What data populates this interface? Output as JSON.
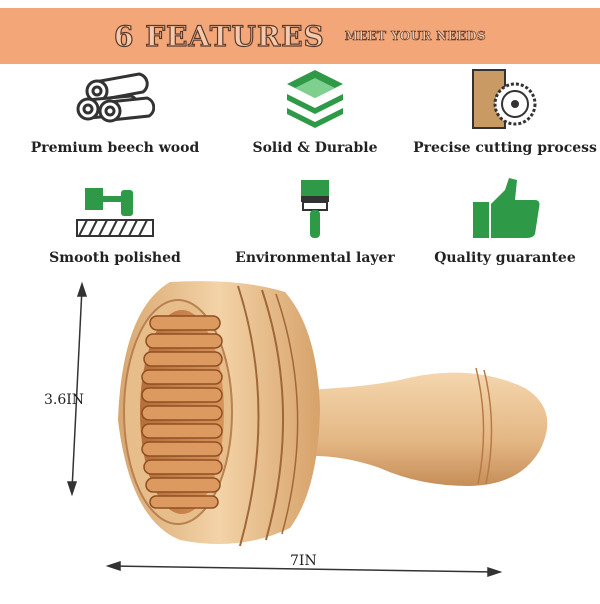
{
  "banner": {
    "title": "6 FEATURES",
    "subtitle": "MEET YOUR NEEDS"
  },
  "features": [
    {
      "label": "Premium beech wood",
      "icon": "wood-logs-icon"
    },
    {
      "label": "Solid & Durable",
      "icon": "layers-icon"
    },
    {
      "label": "Precise cutting process",
      "icon": "saw-blade-icon"
    },
    {
      "label": "Smooth polished",
      "icon": "planer-icon"
    },
    {
      "label": "Environmental layer",
      "icon": "paint-brush-icon"
    },
    {
      "label": "Quality guarantee",
      "icon": "thumbs-up-icon"
    }
  ],
  "dimensions": {
    "height": "3.6IN",
    "width": "7IN"
  },
  "colors": {
    "banner": "#f3a779",
    "icon_green": "#2e9a48",
    "icon_wood": "#c99a63",
    "icon_dark": "#333333"
  }
}
